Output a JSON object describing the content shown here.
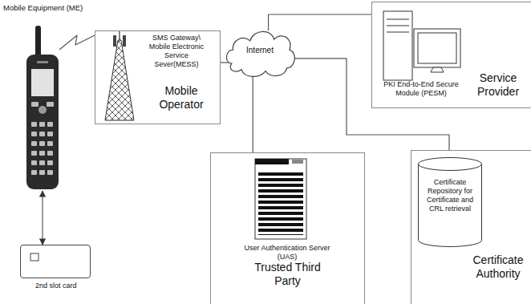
{
  "diagram": {
    "nodes": [
      {
        "text": [
          "Mobile Equipment (ME)"
        ]
      },
      {
        "text": [
          "SMS Gateway\\ Mobile Electronic Service Sever(MESS)",
          "Mobile Operator"
        ]
      },
      {
        "text": [
          "PKI End-to-End Secure Module (PESM)",
          "Service Provider"
        ]
      },
      {
        "text": [
          "Internet"
        ]
      },
      {
        "text": [
          "2nd slot card"
        ]
      },
      {
        "text": [
          "User Authentication Server (UAS)",
          "Trusted Third Party"
        ]
      },
      {
        "text": [
          "Certificate Authority"
        ]
      },
      {
        "text": [
          "Certificate Repository for Certificate and CRL retrieval"
        ],
        "in": 6
      }
    ],
    "edges": [
      {
        "from": 0,
        "to": 1,
        "arrow": "none"
      },
      {
        "from": 1,
        "to": 3,
        "arrow": "none"
      },
      {
        "from": 3,
        "to": 2,
        "arrow": "none"
      },
      {
        "from": 3,
        "to": 5,
        "arrow": "none"
      },
      {
        "from": 3,
        "to": 6,
        "arrow": "none"
      },
      {
        "from": 0,
        "to": 4,
        "arrow": "both"
      }
    ]
  }
}
